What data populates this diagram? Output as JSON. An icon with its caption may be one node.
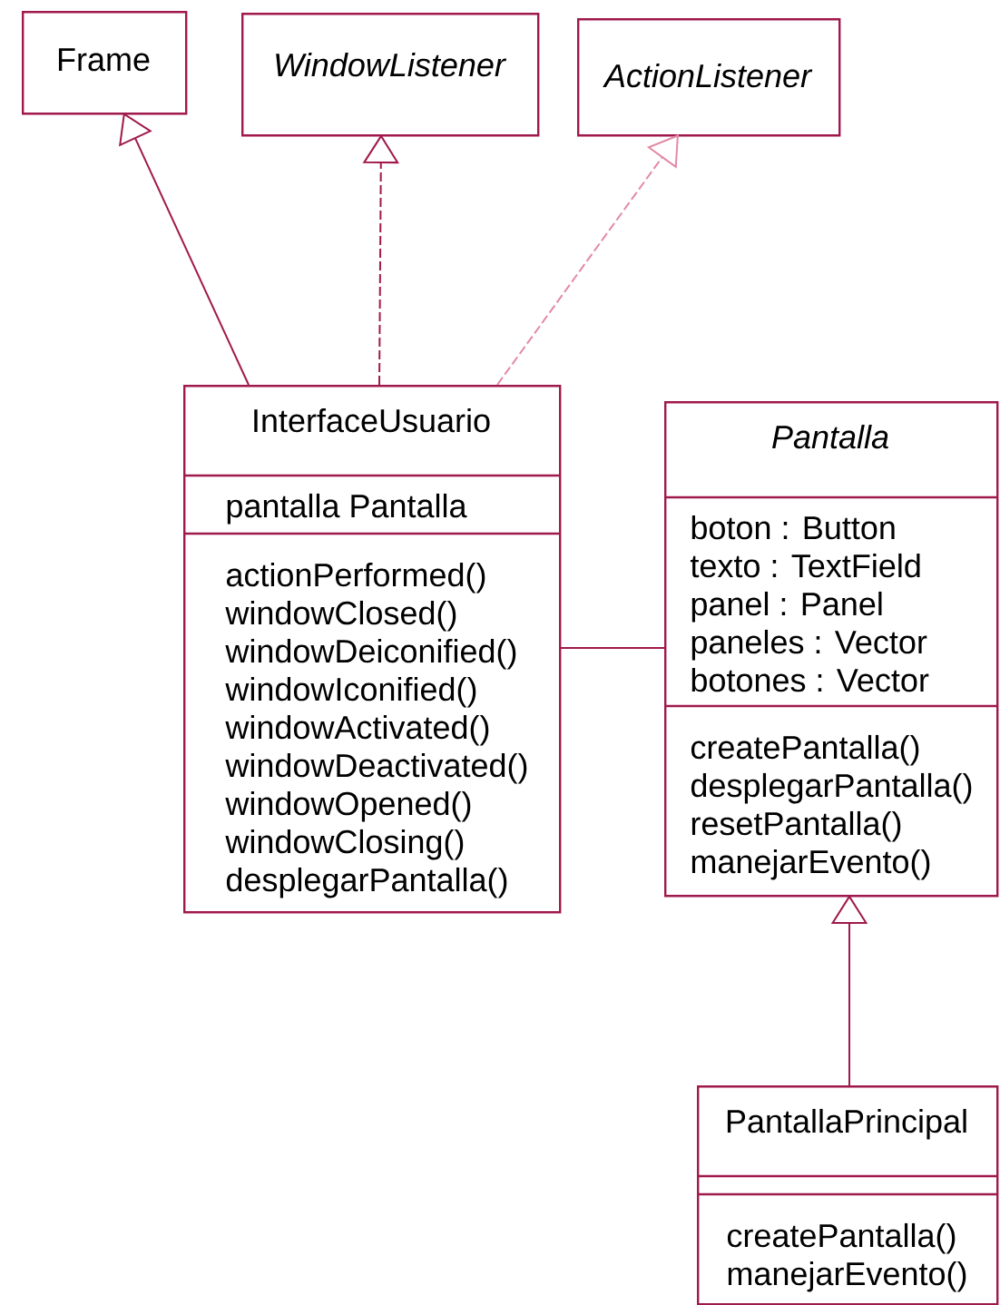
{
  "diagram": {
    "nodes": [
      {
        "text": [
          "Frame"
        ]
      },
      {
        "text": [
          "WindowListener"
        ]
      },
      {
        "text": [
          "ActionListener"
        ]
      },
      {
        "text": [
          "InterfaceUsuario",
          "pantalla Pantalla",
          "actionPerformed()",
          "windowClosed()",
          "windowDeiconified()",
          "windowIconified()",
          "windowActivated()",
          "windowDeactivated()",
          "windowOpened()",
          "windowClosing()",
          "desplegarPantalla()"
        ]
      },
      {
        "text": [
          "Pantalla",
          "boton : Button",
          "texto : TextField",
          "panel : Panel",
          "paneles : Vector",
          "botones : Vector",
          "createPantalla()",
          "desplegarPantalla()",
          "resetPantalla()",
          "manejarEvento()"
        ]
      },
      {
        "text": [
          "PantallaPrincipal",
          "createPantalla()",
          "manejarEvento()"
        ]
      }
    ],
    "edges": [
      {
        "from": 3,
        "to": 0,
        "arrow": "to"
      },
      {
        "from": 3,
        "to": 1,
        "arrow": "to",
        "style": "dashed"
      },
      {
        "from": 3,
        "to": 2,
        "arrow": "to",
        "style": "dashed",
        "color": "#e38aa5"
      },
      {
        "from": 3,
        "to": 4,
        "arrow": "none"
      },
      {
        "from": 5,
        "to": 4,
        "arrow": "to"
      }
    ]
  }
}
